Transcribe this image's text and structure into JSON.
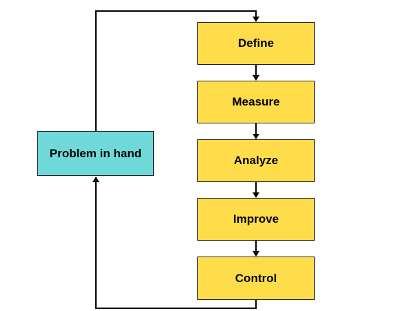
{
  "diagram": {
    "problem": {
      "label": "Problem in hand"
    },
    "steps": [
      {
        "label": "Define"
      },
      {
        "label": "Measure"
      },
      {
        "label": "Analyze"
      },
      {
        "label": "Improve"
      },
      {
        "label": "Control"
      }
    ]
  },
  "colors": {
    "step_fill": "#ffdc4a",
    "problem_fill": "#6fd9d9",
    "line": "#000000",
    "border": "#222222"
  }
}
